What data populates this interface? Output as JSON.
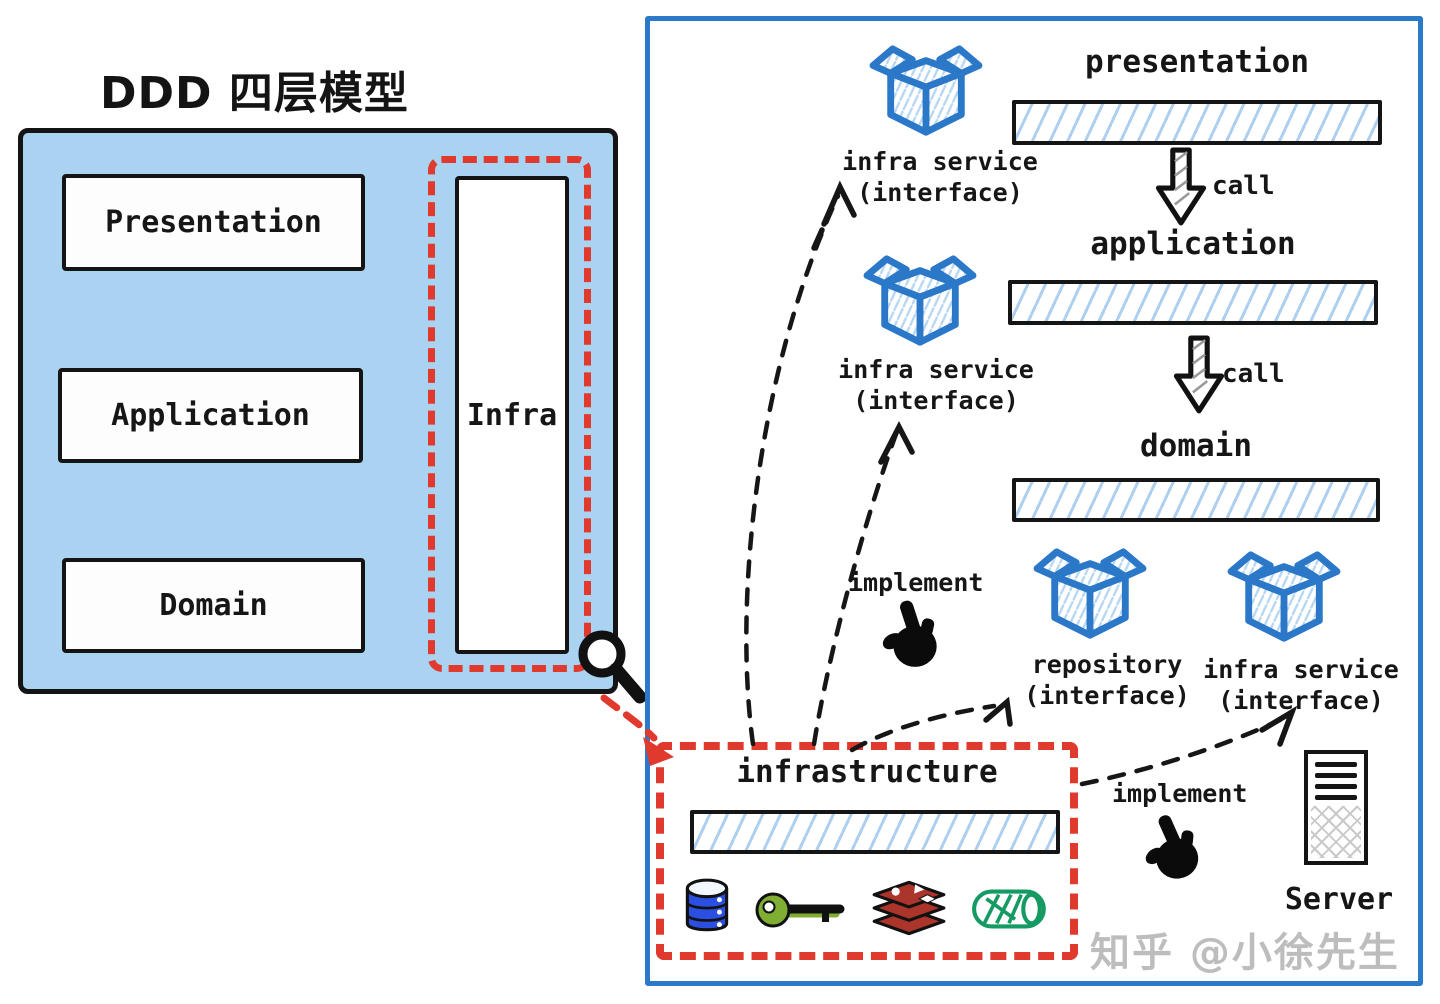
{
  "title": "DDD 四层模型",
  "left_panel": {
    "layers": {
      "presentation": "Presentation",
      "application": "Application",
      "domain": "Domain"
    },
    "infra_label": "Infra"
  },
  "right_panel": {
    "section_titles": {
      "presentation": "presentation",
      "application": "application",
      "domain": "domain",
      "infrastructure": "infrastructure"
    },
    "call_labels": {
      "first": "call",
      "second": "call"
    },
    "interface_labels": {
      "top": {
        "line1": "infra service",
        "line2": "(interface)"
      },
      "middle": {
        "line1": "infra service",
        "line2": "(interface)"
      },
      "repository": {
        "line1": "repository",
        "line2": "(interface)"
      },
      "right": {
        "line1": "infra service",
        "line2": "(interface)"
      }
    },
    "implement_labels": {
      "middle": "implement",
      "right": "implement"
    },
    "server_label": "Server",
    "watermark": "知乎 @小徐先生",
    "infrastructure_icons": [
      "database-icon",
      "key-icon",
      "redis-stack-icon",
      "message-queue-icon"
    ]
  },
  "colors": {
    "accent_blue": "#2b7ac9",
    "left_panel_fill": "#a9d3f1",
    "hatch_blue": "#aecfee",
    "accent_red": "#e03a2f",
    "ink": "#161616",
    "watermark_gray": "#bdbdbd",
    "database_blue": "#2b4fe0",
    "key_green": "#7fae33",
    "redis_red": "#ab352b",
    "queue_green": "#149a62"
  }
}
